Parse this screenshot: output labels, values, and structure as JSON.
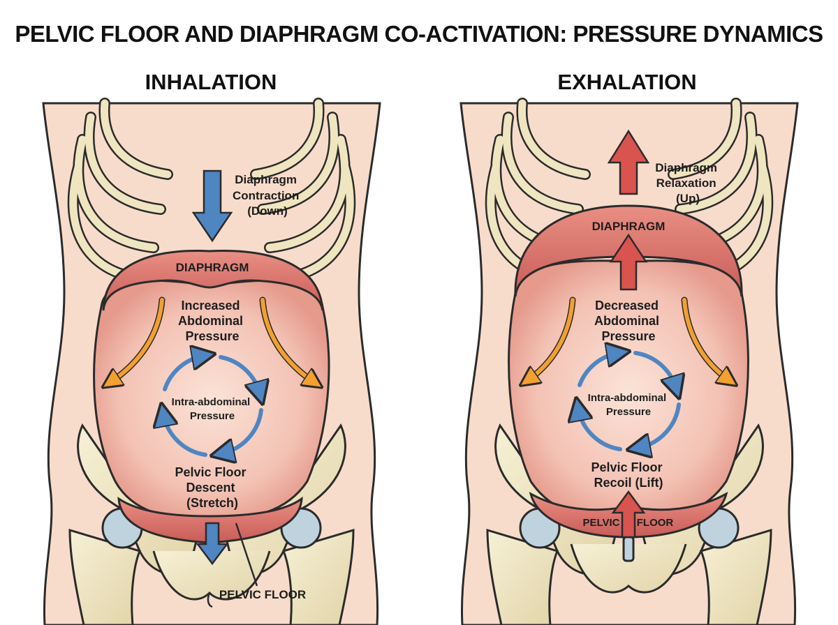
{
  "title": "PELVIC FLOOR AND DIAPHRAGM CO-ACTIVATION: PRESSURE DYNAMICS",
  "colors": {
    "skin": "#f8dccb",
    "outline": "#2b2b2b",
    "rib": "#efe5c0",
    "muscle": "#d9726c",
    "cavity": "#f2bcb0",
    "blue_arrow": "#4f86c2",
    "orange_arrow": "#f3a030",
    "red_arrow": "#d9534f",
    "cartilage": "#bfd3de"
  },
  "inhalation": {
    "heading": "INHALATION",
    "diaphragm_action": [
      "Diaphragm",
      "Contraction",
      "(Down)"
    ],
    "diaphragm_label": "DIAPHRAGM",
    "abdominal": [
      "Increased",
      "Abdominal",
      "Pressure"
    ],
    "cycle": [
      "Intra-abdominal",
      "Pressure"
    ],
    "pelvic_action": [
      "Pelvic Floor",
      "Descent",
      "(Stretch)"
    ],
    "pelvic_label": "PELVIC FLOOR"
  },
  "exhalation": {
    "heading": "EXHALATION",
    "diaphragm_action": [
      "Diaphragm",
      "Relaxation",
      "(Up)"
    ],
    "diaphragm_label": "DIAPHRAGM",
    "abdominal": [
      "Decreased",
      "Abdominal",
      "Pressure"
    ],
    "cycle": [
      "Intra-abdominal",
      "Pressure"
    ],
    "pelvic_action": [
      "Pelvic Floor",
      "Recoil (Lift)"
    ],
    "pelvic_label_left": "PELVIC",
    "pelvic_label_right": "FLOOR"
  }
}
